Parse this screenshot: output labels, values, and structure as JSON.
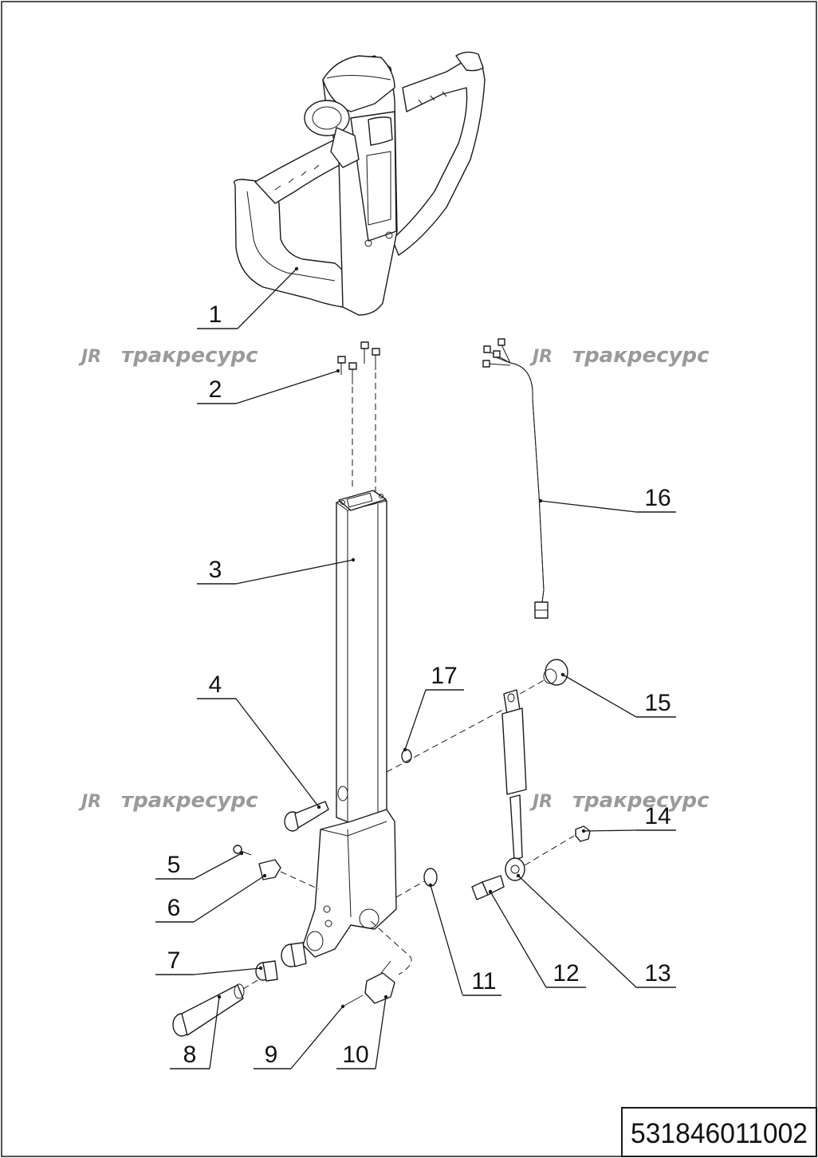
{
  "drawing": {
    "document_number": "531846011002",
    "watermark_text": "тракресурс",
    "watermark_logo": "JR",
    "watermark_color": "#9a9a9a",
    "callouts": [
      "1",
      "2",
      "3",
      "4",
      "5",
      "6",
      "7",
      "8",
      "9",
      "10",
      "11",
      "12",
      "13",
      "14",
      "15",
      "16",
      "17"
    ]
  }
}
